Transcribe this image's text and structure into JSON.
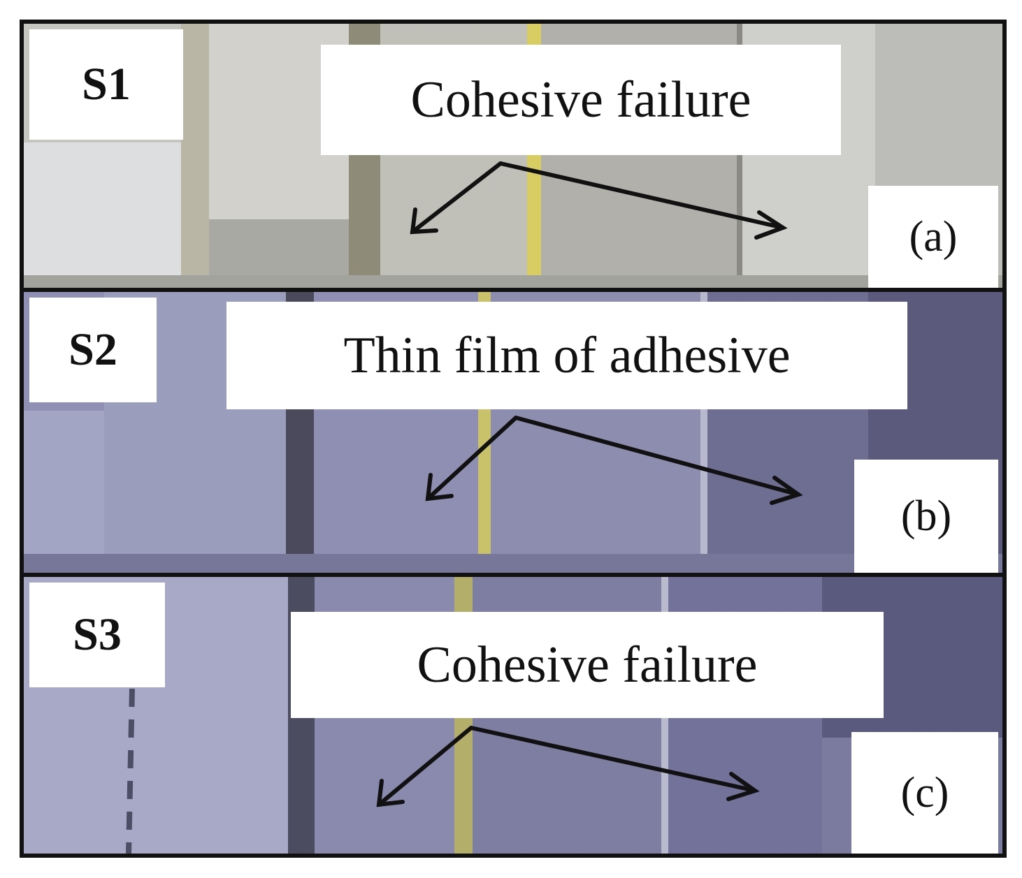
{
  "panels": [
    {
      "id": "S1",
      "callout": "Cohesive failure",
      "tag": "(a)"
    },
    {
      "id": "S2",
      "callout": "Thin film of adhesive",
      "tag": "(b)"
    },
    {
      "id": "S3",
      "callout": "Cohesive failure",
      "tag": "(c)"
    }
  ],
  "colors": {
    "s1_base": "#c9c9c4",
    "s2_base": "#8f8fb3",
    "s3_base": "#8a8ab0",
    "strip": "#d8d06a",
    "arrow": "#111111"
  }
}
